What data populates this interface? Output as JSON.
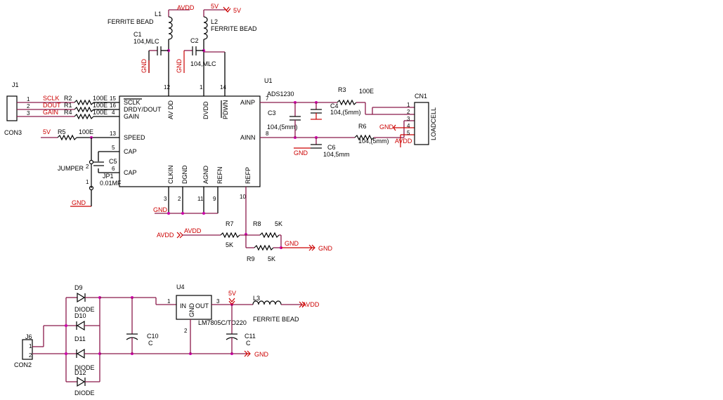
{
  "colors": {
    "wire": "#8b1a4a",
    "net_label": "#cc0000",
    "junction": "#cc00aa",
    "component": "#000000"
  },
  "labels": {
    "j1": "J1",
    "con3": "CON3",
    "j1_pin1": "1",
    "j1_pin2": "2",
    "j1_pin3": "3",
    "net_sclk": "SCLK",
    "net_dout": "DOUT",
    "net_gain": "GAIN",
    "r2": "R2",
    "r1": "R1",
    "r4": "R4",
    "r5": "R5",
    "r3": "R3",
    "r6": "R6",
    "r7": "R7",
    "r8": "R8",
    "r9": "R9",
    "v100e": "100E",
    "v5k": "5K",
    "net_5v": "5V",
    "net_avdd": "AVDD",
    "net_gnd": "GND",
    "l1": "L1",
    "l2": "L2",
    "l3": "L3",
    "ferrite": "FERRITE BEAD",
    "c1": "C1",
    "c2": "C2",
    "c3": "C3",
    "c4": "C4",
    "c5": "C5",
    "c6": "C6",
    "c10": "C10",
    "c11": "C11",
    "c": "C",
    "v104mlc": "104,MLC",
    "v104_5mm": "104,(5mm)",
    "v104_5mm_b": "104,5mm",
    "v001": "0.01MF",
    "u1": "U1",
    "ads1230": "ADS1230",
    "pin_sclk": "SCLK",
    "pin_drdy": "DRDY/DOUT",
    "pin_gain": "GAIN",
    "pin_speed": "SPEED",
    "pin_cap": "CAP",
    "pin_avdd": "AV DD",
    "pin_dvdd": "DVDD",
    "pin_pdwn": "PDWN",
    "pin_ainp": "AINP",
    "pin_ainn": "AINN",
    "pin_clkin": "CLKIN",
    "pin_dgnd": "DGND",
    "pin_agnd": "AGND",
    "pin_refn": "REFN",
    "pin_refp": "REFP",
    "n15": "15",
    "n16": "16",
    "n4": "4",
    "n13": "13",
    "n5": "5",
    "n6": "6",
    "n12": "12",
    "n1": "1",
    "n14": "14",
    "n7": "7",
    "n8": "8",
    "n3": "3",
    "n2": "2",
    "n11": "11",
    "n9": "9",
    "n10": "10",
    "jumper": "JUMPER",
    "jp1": "JP1",
    "cn1": "CN1",
    "loadcell": "LOADCELL",
    "cn1_p1": "1",
    "cn1_p2": "2",
    "cn1_p3": "3",
    "cn1_p4": "4",
    "cn1_p5": "5",
    "u4": "U4",
    "in": "IN",
    "out": "OUT",
    "u4_gnd": "GND",
    "lm7805": "LM7805C/TO220",
    "u4_p1": "1",
    "u4_p2": "2",
    "u4_p3": "3",
    "d9": "D9",
    "d10": "D10",
    "d11": "D11",
    "d12": "D12",
    "diode": "DIODE",
    "j6": "J6",
    "con2": "CON2",
    "j6_p1": "1",
    "j6_p2": "2"
  }
}
